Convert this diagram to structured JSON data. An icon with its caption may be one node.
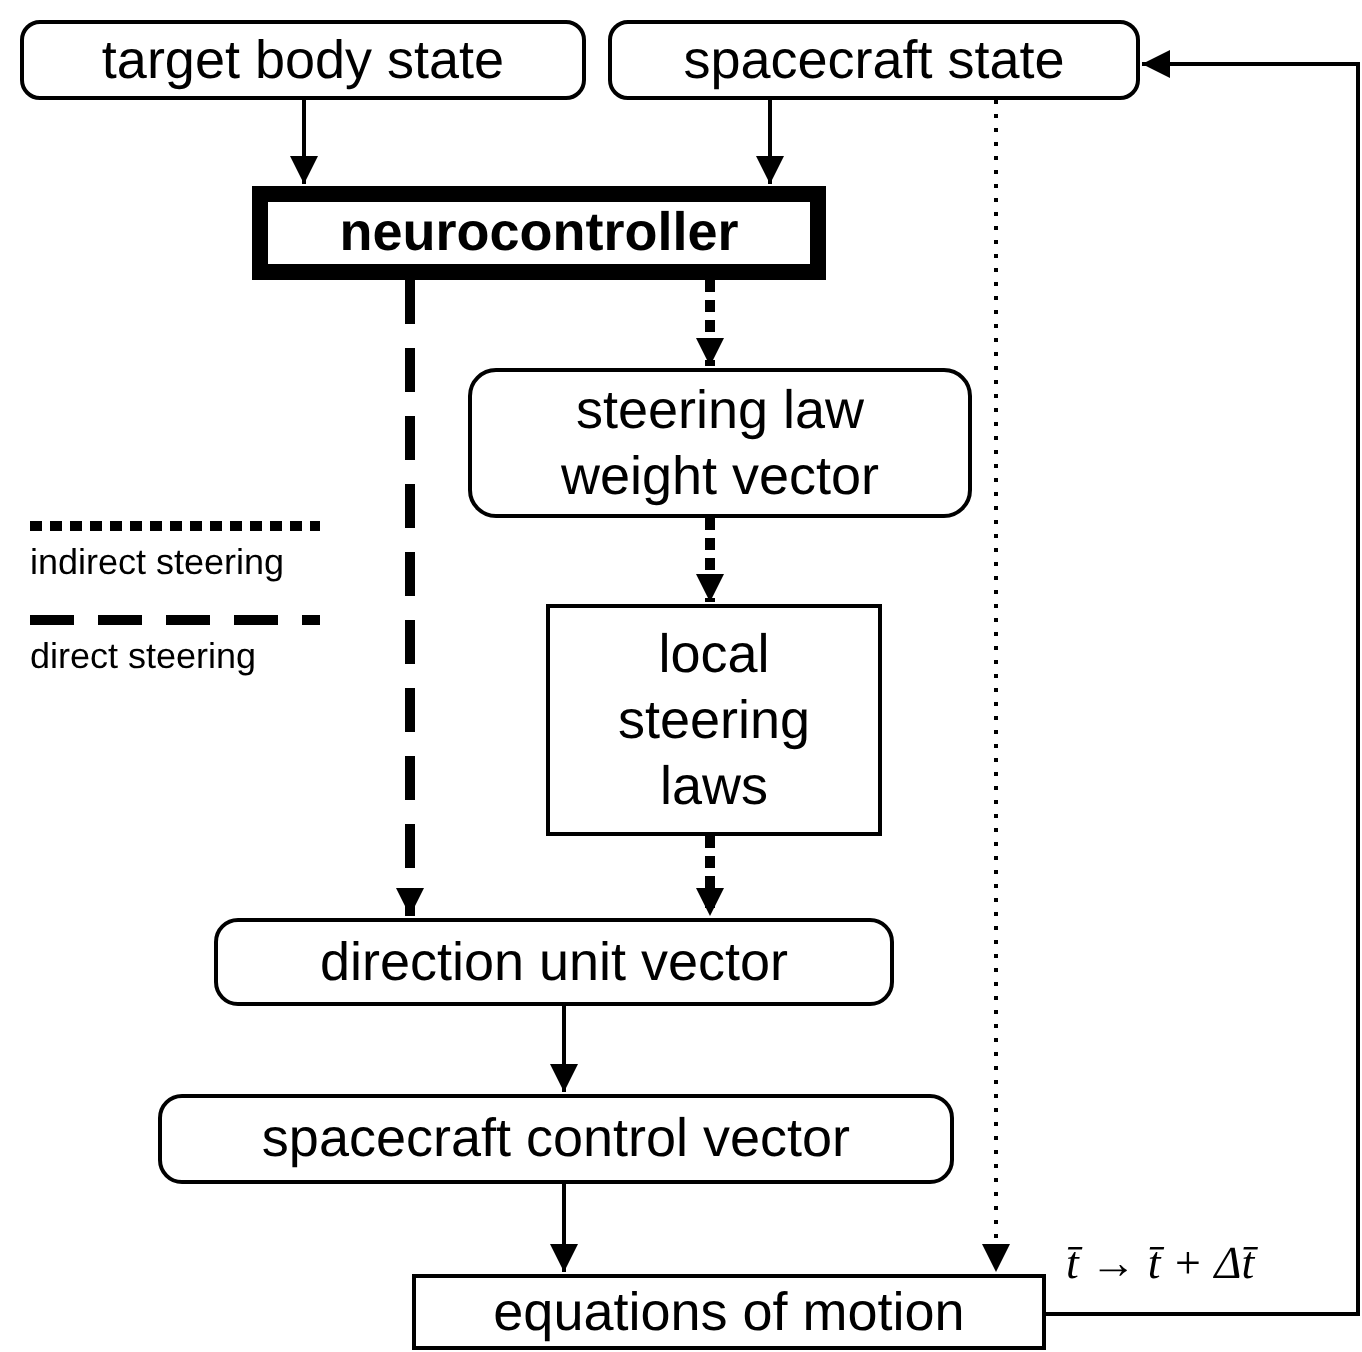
{
  "diagram": {
    "nodes": [
      {
        "text": [
          "target body state"
        ]
      },
      {
        "text": [
          "spacecraft state"
        ]
      },
      {
        "text": [
          "neurocontroller"
        ]
      },
      {
        "text": [
          "steering law weight vector"
        ]
      },
      {
        "text": [
          "local steering laws"
        ]
      },
      {
        "text": [
          "direction unit vector"
        ]
      },
      {
        "text": [
          "spacecraft control vector"
        ]
      },
      {
        "text": [
          "equations of motion"
        ]
      }
    ],
    "edges": [
      {
        "from": 0,
        "to": 2,
        "arrow": "to"
      },
      {
        "from": 1,
        "to": 2,
        "arrow": "to"
      },
      {
        "from": 2,
        "to": 3,
        "arrow": "to",
        "style": "dashed"
      },
      {
        "from": 3,
        "to": 4,
        "arrow": "to",
        "style": "dashed"
      },
      {
        "from": 4,
        "to": 5,
        "arrow": "to",
        "style": "dashed"
      },
      {
        "from": 2,
        "to": 5,
        "arrow": "to",
        "style": "dashed"
      },
      {
        "from": 5,
        "to": 6,
        "arrow": "to"
      },
      {
        "from": 6,
        "to": 7,
        "arrow": "to"
      },
      {
        "from": 1,
        "to": 7,
        "arrow": "to",
        "style": "dashed"
      },
      {
        "from": 7,
        "to": 1,
        "arrow": "to",
        "label": "t̄ → t̄ + Δt̄"
      }
    ],
    "legend": [
      {
        "text": "indirect steering"
      },
      {
        "text": "direct steering"
      }
    ]
  }
}
